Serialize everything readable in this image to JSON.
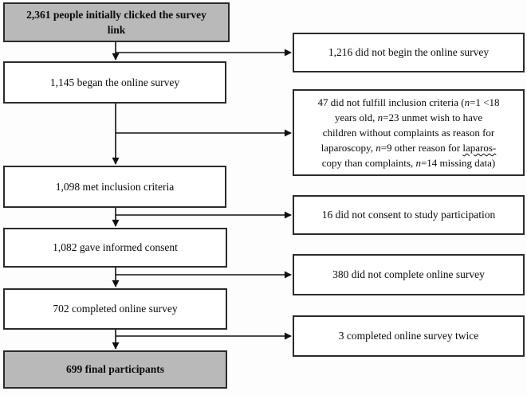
{
  "flowchart": {
    "colors": {
      "background": "#fdfdfd",
      "box_border": "#2b2b2b",
      "gray_box_fill": "#b9b9b9",
      "white_box_fill": "#ffffff",
      "arrow_color": "#111111"
    },
    "left_boxes": [
      {
        "lines": [
          [
            {
              "text": "2,361 people initially clicked the survey"
            }
          ],
          [
            {
              "text": "link"
            }
          ]
        ]
      },
      {
        "text": "1,145 began the online survey"
      },
      {
        "text": "1,098 met inclusion criteria"
      },
      {
        "text": "1,082 gave informed consent"
      },
      {
        "text": "702 completed online survey"
      },
      {
        "text": "699 final participants"
      }
    ],
    "right_boxes": [
      {
        "text": "1,216 did not begin the online survey"
      },
      {
        "lines": [
          [
            {
              "text": "47 did not fulfill inclusion criteria ("
            },
            {
              "text": "n",
              "italic": true
            },
            {
              "text": "=1 <18"
            }
          ],
          [
            {
              "text": "years old, "
            },
            {
              "text": "n",
              "italic": true
            },
            {
              "text": "=23 unmet wish to have"
            }
          ],
          [
            {
              "text": "children without complaints as reason for"
            }
          ],
          [
            {
              "text": "laparoscopy, "
            },
            {
              "text": "n",
              "italic": true
            },
            {
              "text": "=9 other reason for "
            },
            {
              "text": "laparos-",
              "wavy": true
            }
          ],
          [
            {
              "text": "copy than complaints, "
            },
            {
              "text": "n",
              "italic": true
            },
            {
              "text": "=14 missing data)"
            }
          ]
        ]
      },
      {
        "text": "16 did not consent to study participation"
      },
      {
        "text": "380 did not complete online survey"
      },
      {
        "text": "3 completed online survey twice"
      }
    ]
  }
}
